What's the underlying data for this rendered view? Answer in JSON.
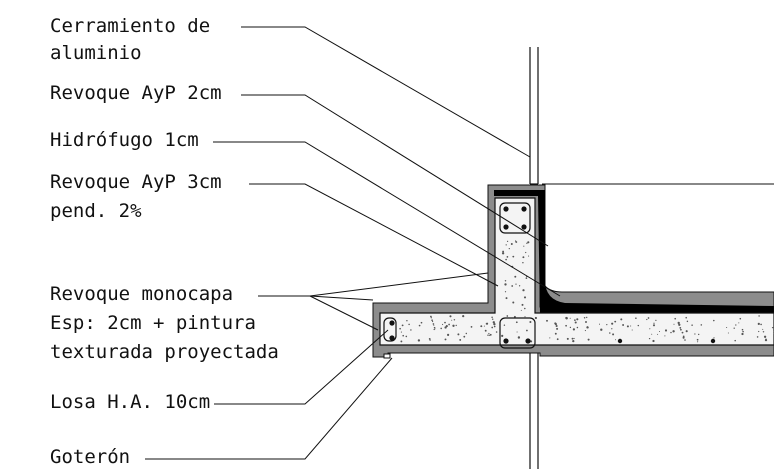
{
  "labels": {
    "cerramiento": [
      "Cerramiento de",
      "aluminio"
    ],
    "revoque_2cm": "Revoque AyP 2cm",
    "hidrofugo": "Hidrófugo 1cm",
    "revoque_3cm": [
      "Revoque AyP 3cm",
      "pend. 2%"
    ],
    "monocapa": [
      "Revoque monocapa",
      "Esp: 2cm + pintura",
      "texturada proyectada"
    ],
    "losa": "Losa H.A. 10cm",
    "goteron": "Goterón"
  },
  "colors": {
    "ink": "#111111",
    "render_gray": "#8c8c8c",
    "concrete": "#f4f4f4",
    "waterproof": "#000000"
  }
}
